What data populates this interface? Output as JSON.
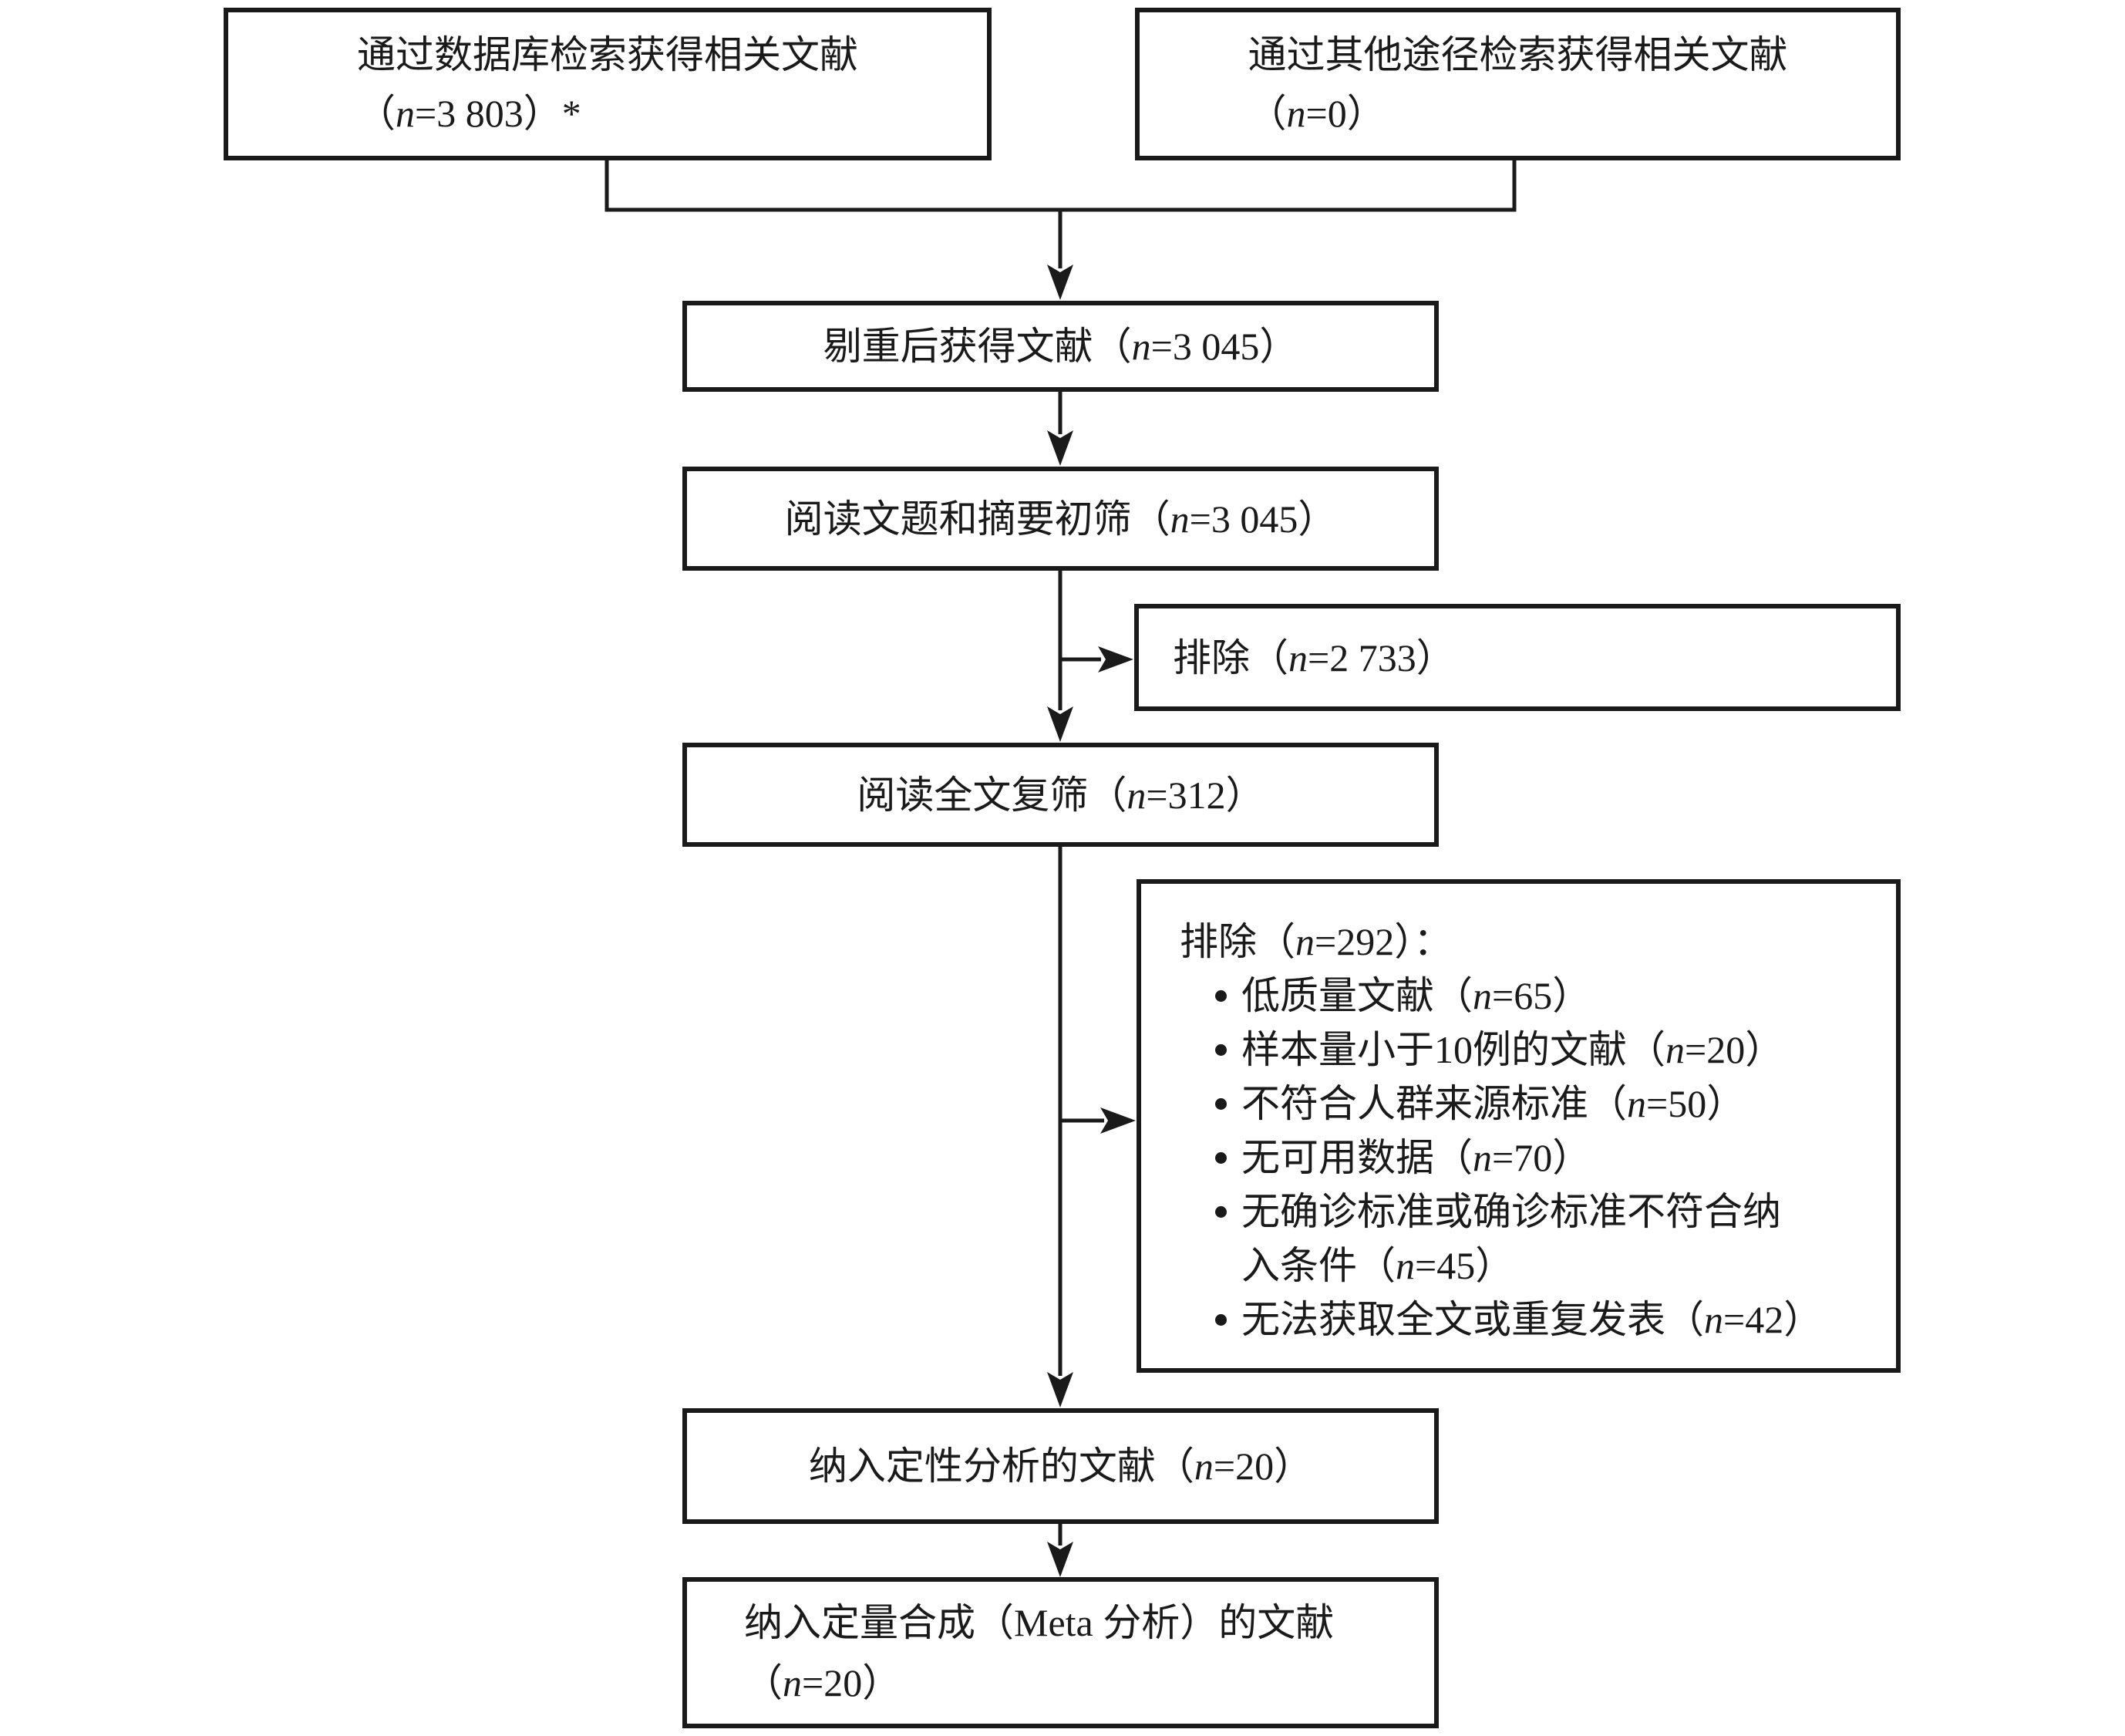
{
  "style": {
    "background": "#ffffff",
    "line_color": "#1a1a1a"
  },
  "boxes": {
    "database_search": {
      "line1": "通过数据库检索获得相关文献",
      "l2_pre": "（",
      "n": "n",
      "l2_post": "=3 803）*"
    },
    "other_sources": {
      "line1": "通过其他途径检索获得相关文献",
      "l2_pre": "（",
      "n": "n",
      "l2_post": "=0）"
    },
    "after_dedup": {
      "pre": "剔重后获得文献（",
      "n": "n",
      "post": "=3 045）"
    },
    "title_abstract_screen": {
      "pre": "阅读文题和摘要初筛（",
      "n": "n",
      "post": "=3 045）"
    },
    "excluded_initial": {
      "pre": "排除（",
      "n": "n",
      "post": "=2 733）"
    },
    "full_text_screen": {
      "pre": "阅读全文复筛（",
      "n": "n",
      "post": "=312）"
    },
    "excluded_full_text": {
      "header_pre": "排除（",
      "n": "n",
      "header_post": "=292）：",
      "items": [
        {
          "pre": "低质量文献（",
          "n": "n",
          "post": "=65）"
        },
        {
          "pre": "样本量小于10例的文献（",
          "n": "n",
          "post": "=20）"
        },
        {
          "pre": "不符合人群来源标准（",
          "n": "n",
          "post": "=50）"
        },
        {
          "pre": "无可用数据（",
          "n": "n",
          "post": "=70）"
        },
        {
          "line1": "无确诊标准或确诊标准不符合纳",
          "line2_pre": "入条件（",
          "n": "n",
          "line2_post": "=45）"
        },
        {
          "pre": "无法获取全文或重复发表（",
          "n": "n",
          "post": "=42）"
        }
      ]
    },
    "qualitative_included": {
      "pre": "纳入定性分析的文献（",
      "n": "n",
      "post": "=20）"
    },
    "quantitative_included": {
      "line1": "纳入定量合成（Meta 分析）的文献",
      "l2_pre": "（",
      "n": "n",
      "l2_post": "=20）"
    }
  }
}
